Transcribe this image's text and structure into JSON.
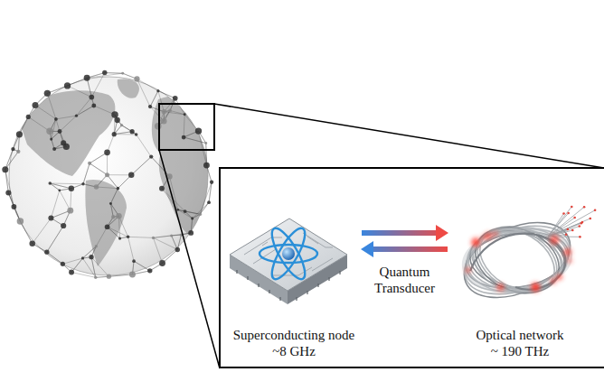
{
  "diagram": {
    "nodes": [
      {
        "text": [
          "Superconducting node",
          "~8 GHz"
        ]
      },
      {
        "text": [
          "Optical network",
          "~ 190 THz"
        ]
      }
    ],
    "edges": [
      {
        "from": 0,
        "to": 1,
        "arrow": "to",
        "label": "Quantum Transducer"
      },
      {
        "from": 1,
        "to": 0,
        "arrow": "to"
      }
    ]
  }
}
